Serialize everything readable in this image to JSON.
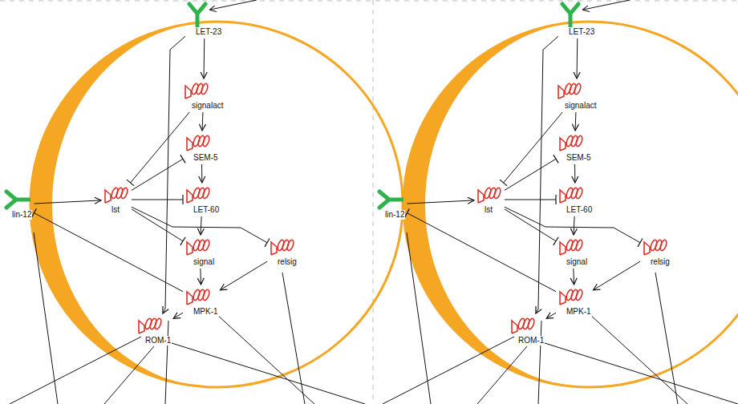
{
  "diagram": {
    "nodes": [
      {
        "text": [
          "LET-23"
        ]
      },
      {
        "text": [
          "signalact"
        ]
      },
      {
        "text": [
          "SEM-5"
        ]
      },
      {
        "text": [
          "lin-12"
        ]
      },
      {
        "text": [
          "lst"
        ]
      },
      {
        "text": [
          "LET-60"
        ]
      },
      {
        "text": [
          "signal"
        ]
      },
      {
        "text": [
          "relsig"
        ]
      },
      {
        "text": [
          "MPK-1"
        ]
      },
      {
        "text": [
          "ROM-1"
        ]
      },
      {
        "text": [
          "LET-23"
        ]
      },
      {
        "text": [
          "signalact"
        ]
      },
      {
        "text": [
          "SEM-5"
        ]
      },
      {
        "text": [
          "lin-12"
        ]
      },
      {
        "text": [
          "lst"
        ]
      },
      {
        "text": [
          "LET-60"
        ]
      },
      {
        "text": [
          "signal"
        ]
      },
      {
        "text": [
          "relsig"
        ]
      },
      {
        "text": [
          "MPK-1"
        ]
      },
      {
        "text": [
          "ROM-1"
        ]
      }
    ],
    "edges": [
      {
        "from": 0,
        "to": 1,
        "arrow": "to"
      },
      {
        "from": 1,
        "to": 2,
        "arrow": "to"
      },
      {
        "from": 2,
        "to": 5,
        "arrow": "to"
      },
      {
        "from": 5,
        "to": 6,
        "arrow": "to"
      },
      {
        "from": 6,
        "to": 8,
        "arrow": "to"
      },
      {
        "from": 7,
        "to": 8,
        "arrow": "to"
      },
      {
        "from": 3,
        "to": 4,
        "arrow": "to"
      },
      {
        "from": 1,
        "to": 4,
        "arrow": "to"
      },
      {
        "from": 4,
        "to": 2,
        "arrow": "to"
      },
      {
        "from": 4,
        "to": 5,
        "arrow": "to"
      },
      {
        "from": 4,
        "to": 6,
        "arrow": "to"
      },
      {
        "from": 4,
        "to": 7,
        "arrow": "to"
      },
      {
        "from": 8,
        "to": 3,
        "arrow": "to"
      },
      {
        "from": 0,
        "to": 9,
        "arrow": "to"
      },
      {
        "from": 8,
        "to": 9,
        "arrow": "to"
      },
      {
        "from": 10,
        "to": 11,
        "arrow": "to"
      },
      {
        "from": 11,
        "to": 12,
        "arrow": "to"
      },
      {
        "from": 12,
        "to": 15,
        "arrow": "to"
      },
      {
        "from": 15,
        "to": 16,
        "arrow": "to"
      },
      {
        "from": 16,
        "to": 18,
        "arrow": "to"
      },
      {
        "from": 17,
        "to": 18,
        "arrow": "to"
      },
      {
        "from": 13,
        "to": 14,
        "arrow": "to"
      },
      {
        "from": 11,
        "to": 14,
        "arrow": "to"
      },
      {
        "from": 14,
        "to": 12,
        "arrow": "to"
      },
      {
        "from": 14,
        "to": 15,
        "arrow": "to"
      },
      {
        "from": 14,
        "to": 16,
        "arrow": "to"
      },
      {
        "from": 14,
        "to": 17,
        "arrow": "to"
      },
      {
        "from": 18,
        "to": 13,
        "arrow": "to"
      },
      {
        "from": 10,
        "to": 19,
        "arrow": "to"
      },
      {
        "from": 18,
        "to": 19,
        "arrow": "to"
      }
    ]
  }
}
